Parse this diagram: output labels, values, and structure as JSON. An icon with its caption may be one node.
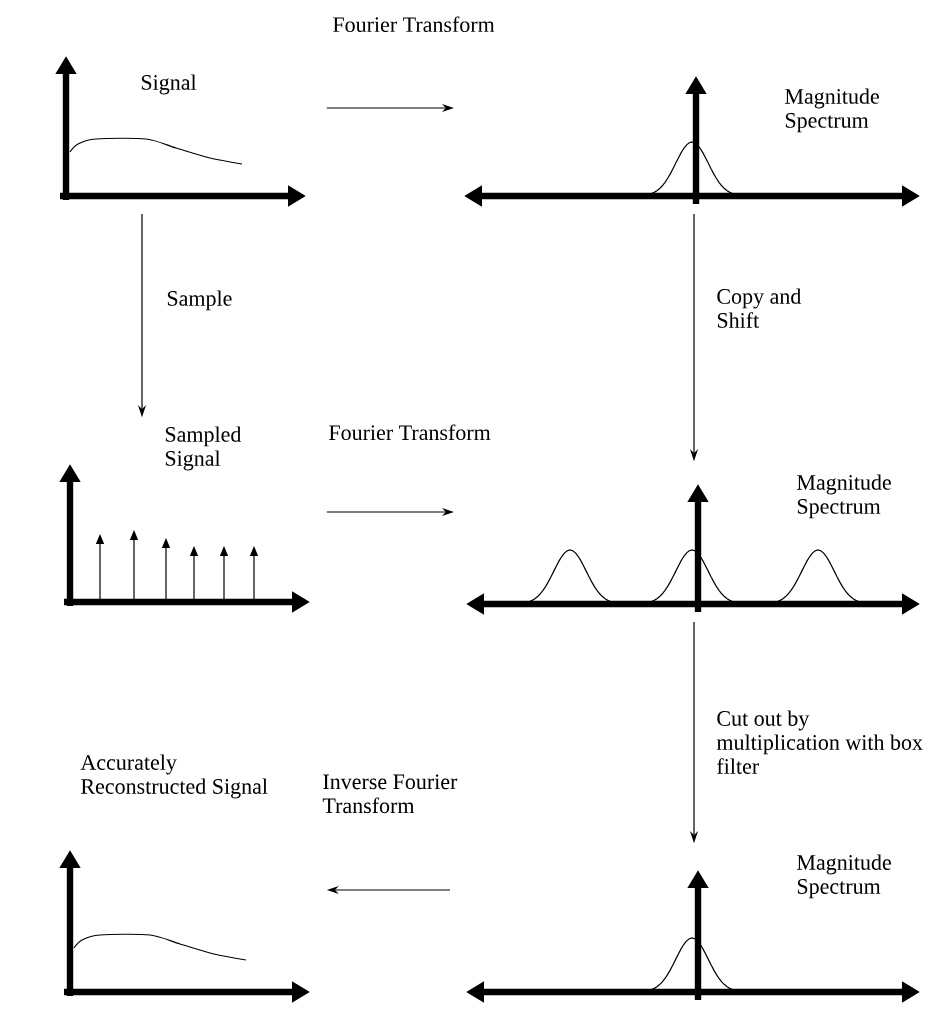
{
  "diagram": {
    "nodes": [
      {
        "text": [
          "Signal"
        ]
      },
      {
        "text": [
          "Magnitude Spectrum"
        ]
      },
      {
        "text": [
          "Sampled Signal"
        ]
      },
      {
        "text": [
          "Magnitude Spectrum"
        ]
      },
      {
        "text": [
          "Accurately Reconstructed Signal"
        ]
      },
      {
        "text": [
          "Magnitude Spectrum"
        ]
      }
    ],
    "edges": [
      {
        "from": 0,
        "to": 1,
        "arrow": "to",
        "label": "Fourier Transform"
      },
      {
        "from": 0,
        "to": 2,
        "arrow": "to",
        "label": "Sample"
      },
      {
        "from": 1,
        "to": 3,
        "arrow": "to",
        "label": "Copy and Shift"
      },
      {
        "from": 2,
        "to": 3,
        "arrow": "to",
        "label": "Fourier Transform"
      },
      {
        "from": 3,
        "to": 5,
        "arrow": "to",
        "label": "Cut out by multiplication with box filter"
      },
      {
        "from": 5,
        "to": 4,
        "arrow": "to",
        "label": "Inverse Fourier Transform"
      }
    ]
  }
}
